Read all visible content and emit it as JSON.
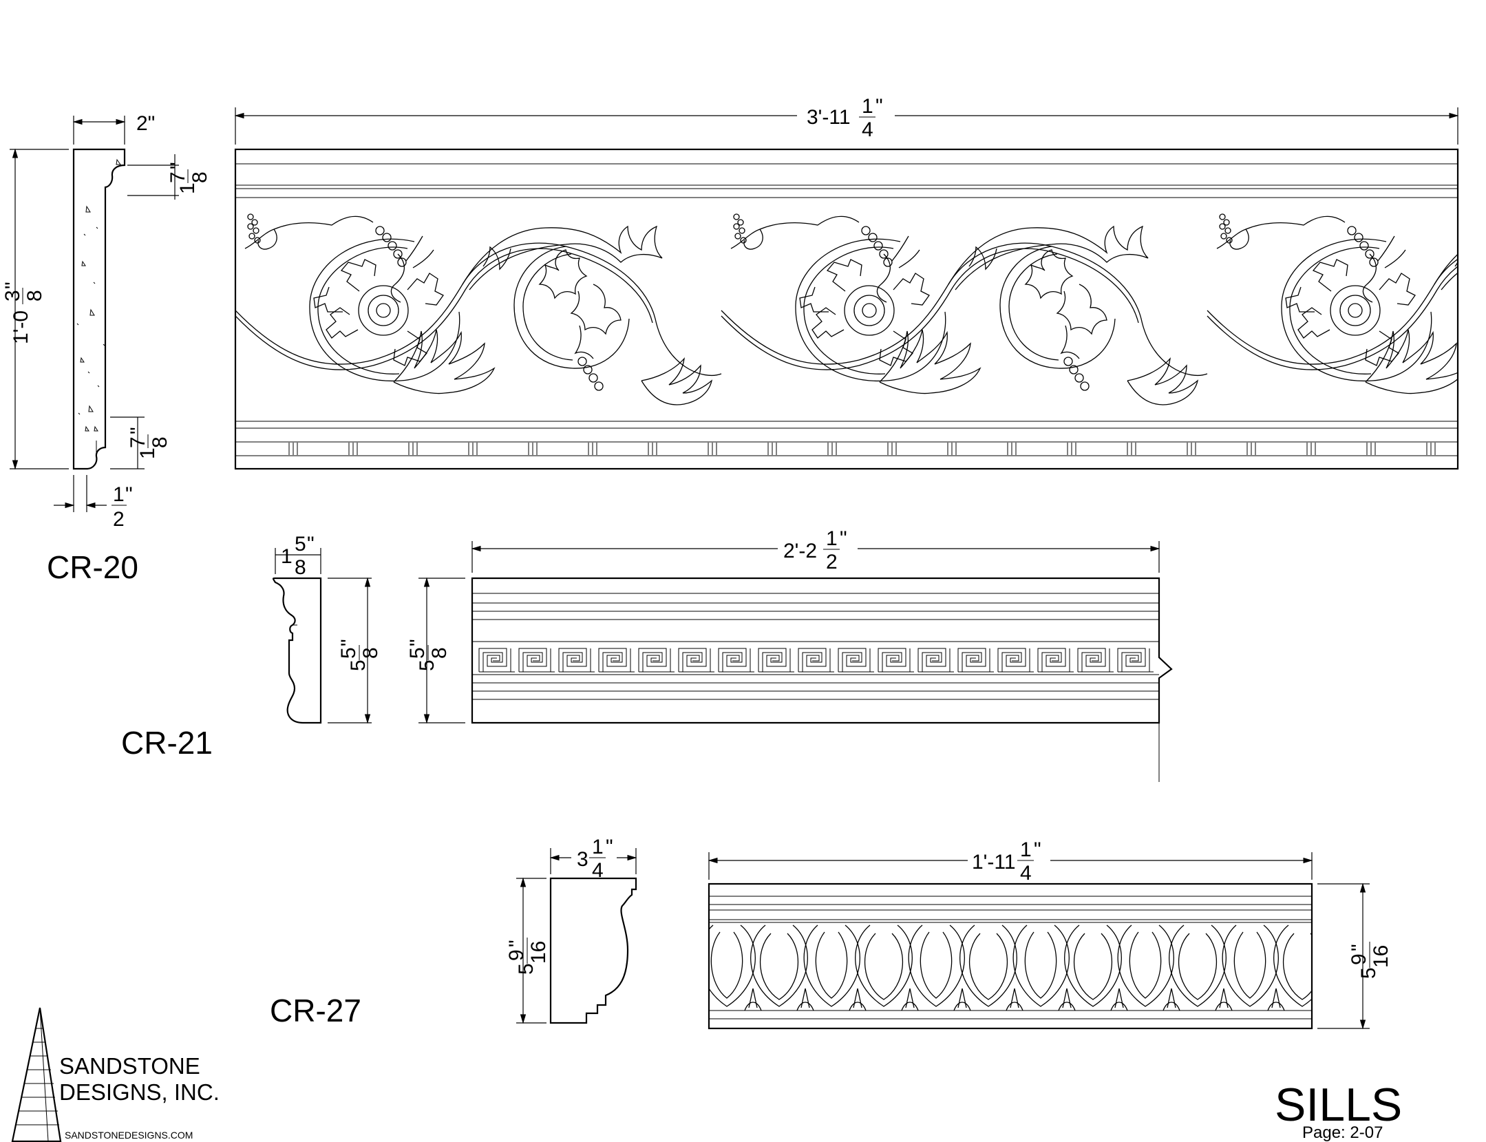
{
  "profiles": [
    {
      "id": "CR-20",
      "label": "CR-20",
      "length": {
        "whole": "3'-11",
        "num": "1",
        "den": "4",
        "suffix": "\""
      },
      "height": {
        "whole": "1'-0",
        "num": "3",
        "den": "8",
        "suffix": "\""
      },
      "depth": "2\"",
      "top_band": {
        "whole": "1",
        "num": "7",
        "den": "8",
        "suffix": "\""
      },
      "bottom_band": {
        "whole": "1",
        "num": "7",
        "den": "8",
        "suffix": "\""
      },
      "base_offset": {
        "whole": "",
        "num": "1",
        "den": "2",
        "suffix": "\""
      },
      "ornament": "acanthus-scroll"
    },
    {
      "id": "CR-21",
      "label": "CR-21",
      "length": {
        "whole": "2'-2",
        "num": "1",
        "den": "2",
        "suffix": "\""
      },
      "depth": {
        "whole": "1",
        "num": "5",
        "den": "8",
        "suffix": "\""
      },
      "height_profile": {
        "whole": "5",
        "num": "5",
        "den": "8",
        "suffix": "\""
      },
      "height_elevation": {
        "whole": "5",
        "num": "5",
        "den": "8",
        "suffix": "\""
      },
      "ornament": "greek-key"
    },
    {
      "id": "CR-27",
      "label": "CR-27",
      "length": {
        "whole": "1'-11",
        "num": "1",
        "den": "4",
        "suffix": "\""
      },
      "depth": {
        "whole": "3",
        "num": "1",
        "den": "4",
        "suffix": "\""
      },
      "height_profile": {
        "whole": "5",
        "num": "9",
        "den": "16",
        "suffix": "\""
      },
      "height_elevation": {
        "whole": "5",
        "num": "9",
        "den": "16",
        "suffix": "\""
      },
      "ornament": "egg-and-dart"
    }
  ],
  "company": {
    "line1": "SANDSTONE",
    "line2": "DESIGNS, INC.",
    "website": "SANDSTONEDESIGNS.COM"
  },
  "sheet": {
    "title": "SILLS",
    "page": "Page: 2-07"
  }
}
